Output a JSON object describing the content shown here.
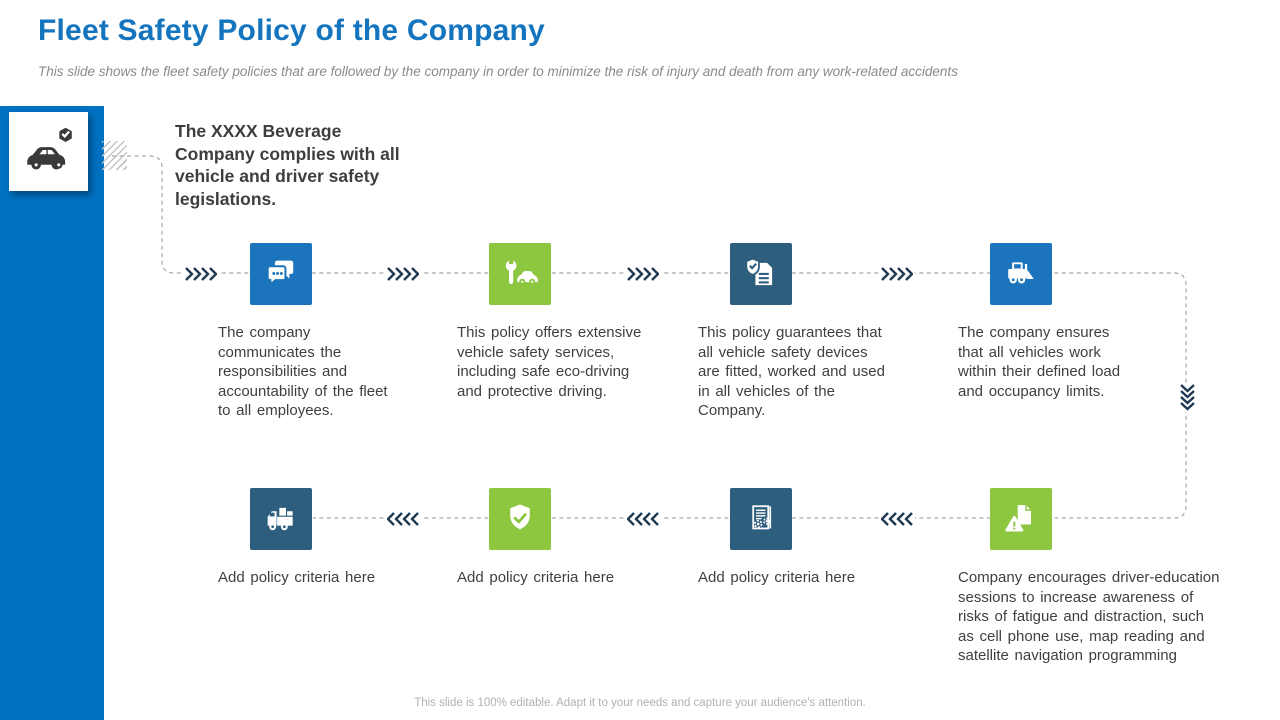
{
  "title": "Fleet Safety Policy of the Company",
  "subtitle": "This slide shows the fleet safety policies that are followed by the company in order to minimize the risk of injury and death from any work-related accidents",
  "statement": "The XXXX Beverage Company complies with all vehicle and driver safety legislations.",
  "footer": "This slide is 100% editable. Adapt it to your needs and capture your audience's attention.",
  "colors": {
    "title_blue": "#1475be",
    "accent_bar_blue": "#0070c0",
    "tile_blue": "#1c75bc",
    "tile_green": "#8dc63f",
    "tile_dark": "#2e5e7e",
    "chevron_navy": "#1f3a52",
    "body_text": "#3f3f3f",
    "connector_gray": "#a6a6a6"
  },
  "hero": {
    "icon": "car-with-shield-check-icon"
  },
  "cards_top": [
    {
      "icon": "chat-bubbles-icon",
      "tile_color": "#1c75bc",
      "text": "The company communicates the responsibilities and accountability of the fleet to all employees."
    },
    {
      "icon": "car-service-wrench-icon",
      "tile_color": "#8dc63f",
      "text": "This policy offers extensive vehicle safety services, including safe eco-driving and protective driving."
    },
    {
      "icon": "shield-document-icon",
      "tile_color": "#2e5e7e",
      "text": "This policy guarantees that all vehicle safety devices are fitted, worked and used in all vehicles of the Company."
    },
    {
      "icon": "loader-vehicle-icon",
      "tile_color": "#1c75bc",
      "text": "The company ensures that all vehicles work within their defined load and occupancy limits."
    }
  ],
  "cards_bottom": [
    {
      "icon": "cargo-truck-icon",
      "tile_color": "#2e5e7e",
      "text": "Add policy criteria here"
    },
    {
      "icon": "shield-check-icon",
      "tile_color": "#8dc63f",
      "text": "Add policy criteria here"
    },
    {
      "icon": "document-gears-icon",
      "tile_color": "#2e5e7e",
      "text": "Add policy criteria here"
    },
    {
      "icon": "warning-document-icon",
      "tile_color": "#8dc63f",
      "text": "Company encourages driver-education sessions to increase awareness of risks of fatigue and distraction, such as cell phone use, map reading and satellite navigation programming"
    }
  ]
}
